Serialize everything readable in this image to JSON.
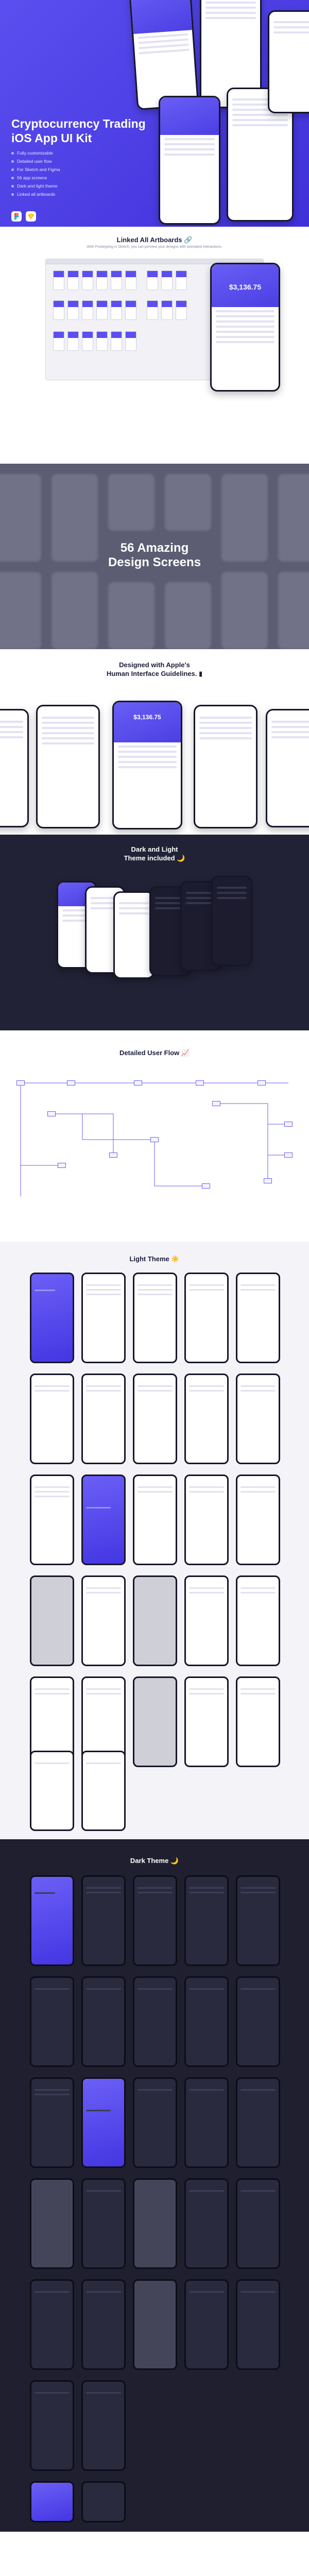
{
  "hero": {
    "title_line1": "Cryptocurrency Trading",
    "title_line2": "iOS App UI Kit",
    "features": [
      "Fully customizable",
      "Detailed user flow",
      "For Sketch and Figma",
      "56 app screens",
      "Dark and light theme",
      "Linked all artboards"
    ],
    "badge_icons": [
      "figma-icon",
      "sketch-icon"
    ],
    "colors": {
      "accent": "#5b4ff0"
    }
  },
  "linked": {
    "title": "Linked All Artboards 🔗",
    "subtitle": "With Prototyping in Sketch, you can preview your designs with animated interactions.",
    "balance": "$3,136.75"
  },
  "screens": {
    "title_line1": "56 Amazing",
    "title_line2": "Design Screens"
  },
  "hig": {
    "title_line1": "Designed with Apple's",
    "title_line2": "Human Interface Guidelines. "
  },
  "darklight": {
    "title_line1": "Dark and Light",
    "title_line2": "Theme included 🌙"
  },
  "flow": {
    "title": "Detailed User Flow 📈"
  },
  "light": {
    "title": "Light Theme ☀️"
  },
  "darkt": {
    "title": "Dark Theme 🌙"
  }
}
